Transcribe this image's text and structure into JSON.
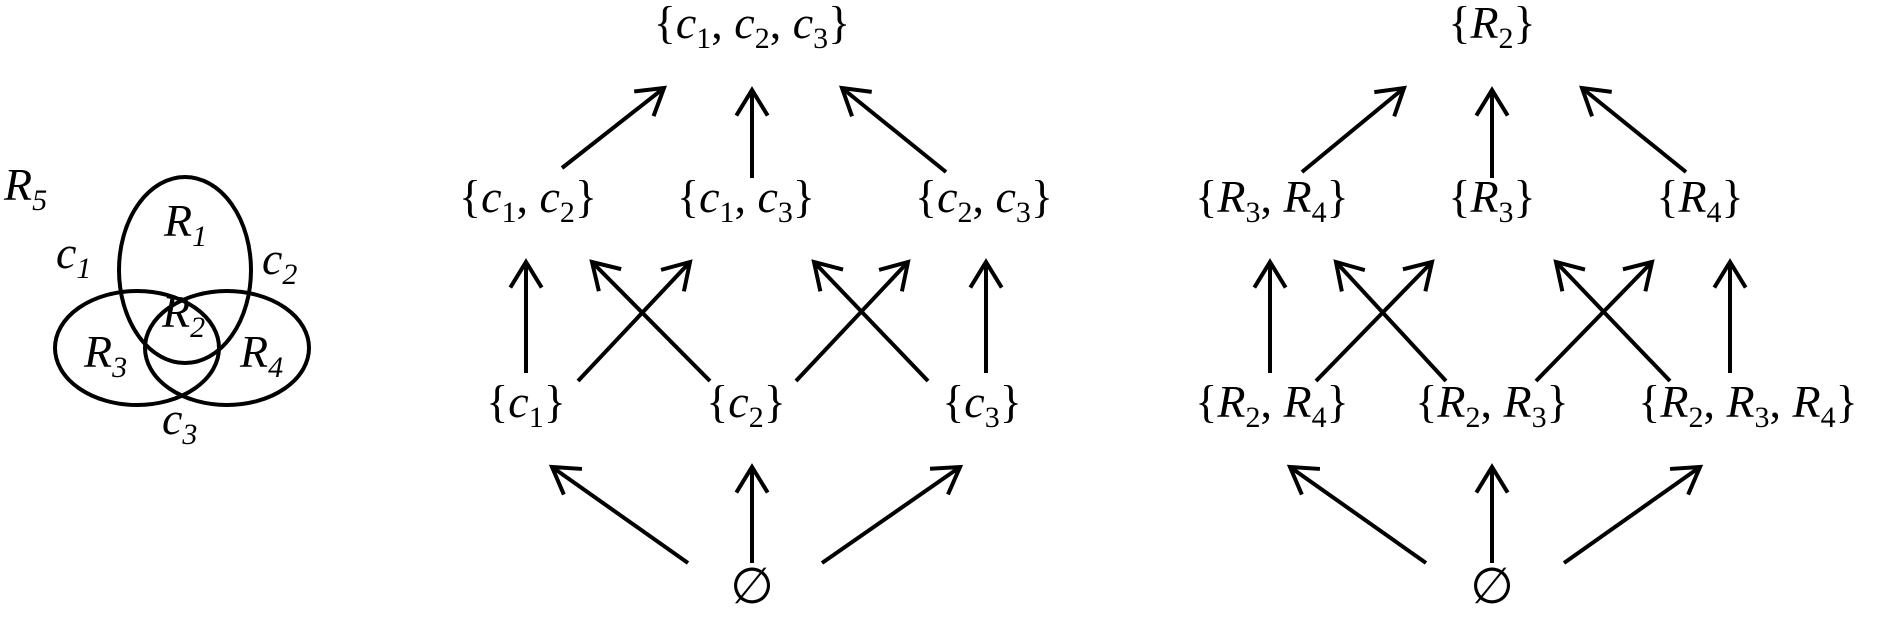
{
  "venn": {
    "outside": {
      "base": "R",
      "sub": "5"
    },
    "curves": [
      {
        "base": "c",
        "sub": "1"
      },
      {
        "base": "c",
        "sub": "2"
      },
      {
        "base": "c",
        "sub": "3"
      }
    ],
    "regions": [
      {
        "base": "R",
        "sub": "1"
      },
      {
        "base": "R",
        "sub": "2"
      },
      {
        "base": "R",
        "sub": "3"
      },
      {
        "base": "R",
        "sub": "4"
      }
    ]
  },
  "lattices": [
    {
      "name": "curve-subsets",
      "nodes": [
        {
          "id": "top",
          "items": [
            {
              "base": "c",
              "sub": "1"
            },
            {
              "base": "c",
              "sub": "2"
            },
            {
              "base": "c",
              "sub": "3"
            }
          ]
        },
        {
          "id": "m1",
          "items": [
            {
              "base": "c",
              "sub": "1"
            },
            {
              "base": "c",
              "sub": "2"
            }
          ]
        },
        {
          "id": "m2",
          "items": [
            {
              "base": "c",
              "sub": "1"
            },
            {
              "base": "c",
              "sub": "3"
            }
          ]
        },
        {
          "id": "m3",
          "items": [
            {
              "base": "c",
              "sub": "2"
            },
            {
              "base": "c",
              "sub": "3"
            }
          ]
        },
        {
          "id": "l1",
          "items": [
            {
              "base": "c",
              "sub": "1"
            }
          ]
        },
        {
          "id": "l2",
          "items": [
            {
              "base": "c",
              "sub": "2"
            }
          ]
        },
        {
          "id": "l3",
          "items": [
            {
              "base": "c",
              "sub": "3"
            }
          ]
        },
        {
          "id": "bot",
          "empty": "∅"
        }
      ],
      "edges": [
        [
          "bot",
          "l1"
        ],
        [
          "bot",
          "l2"
        ],
        [
          "bot",
          "l3"
        ],
        [
          "l1",
          "m1"
        ],
        [
          "l1",
          "m2"
        ],
        [
          "l2",
          "m1"
        ],
        [
          "l2",
          "m3"
        ],
        [
          "l3",
          "m2"
        ],
        [
          "l3",
          "m3"
        ],
        [
          "m1",
          "top"
        ],
        [
          "m2",
          "top"
        ],
        [
          "m3",
          "top"
        ]
      ]
    },
    {
      "name": "region-sets",
      "nodes": [
        {
          "id": "top",
          "items": [
            {
              "base": "R",
              "sub": "2"
            }
          ]
        },
        {
          "id": "m1",
          "items": [
            {
              "base": "R",
              "sub": "3"
            },
            {
              "base": "R",
              "sub": "4"
            }
          ]
        },
        {
          "id": "m2",
          "items": [
            {
              "base": "R",
              "sub": "3"
            }
          ]
        },
        {
          "id": "m3",
          "items": [
            {
              "base": "R",
              "sub": "4"
            }
          ]
        },
        {
          "id": "l1",
          "items": [
            {
              "base": "R",
              "sub": "2"
            },
            {
              "base": "R",
              "sub": "4"
            }
          ]
        },
        {
          "id": "l2",
          "items": [
            {
              "base": "R",
              "sub": "2"
            },
            {
              "base": "R",
              "sub": "3"
            }
          ]
        },
        {
          "id": "l3",
          "items": [
            {
              "base": "R",
              "sub": "2"
            },
            {
              "base": "R",
              "sub": "3"
            },
            {
              "base": "R",
              "sub": "4"
            }
          ]
        },
        {
          "id": "bot",
          "empty": "∅"
        }
      ],
      "edges": [
        [
          "bot",
          "l1"
        ],
        [
          "bot",
          "l2"
        ],
        [
          "bot",
          "l3"
        ],
        [
          "l1",
          "m1"
        ],
        [
          "l1",
          "m2"
        ],
        [
          "l2",
          "m1"
        ],
        [
          "l2",
          "m3"
        ],
        [
          "l3",
          "m2"
        ],
        [
          "l3",
          "m3"
        ],
        [
          "m1",
          "top"
        ],
        [
          "m2",
          "top"
        ],
        [
          "m3",
          "top"
        ]
      ]
    }
  ]
}
